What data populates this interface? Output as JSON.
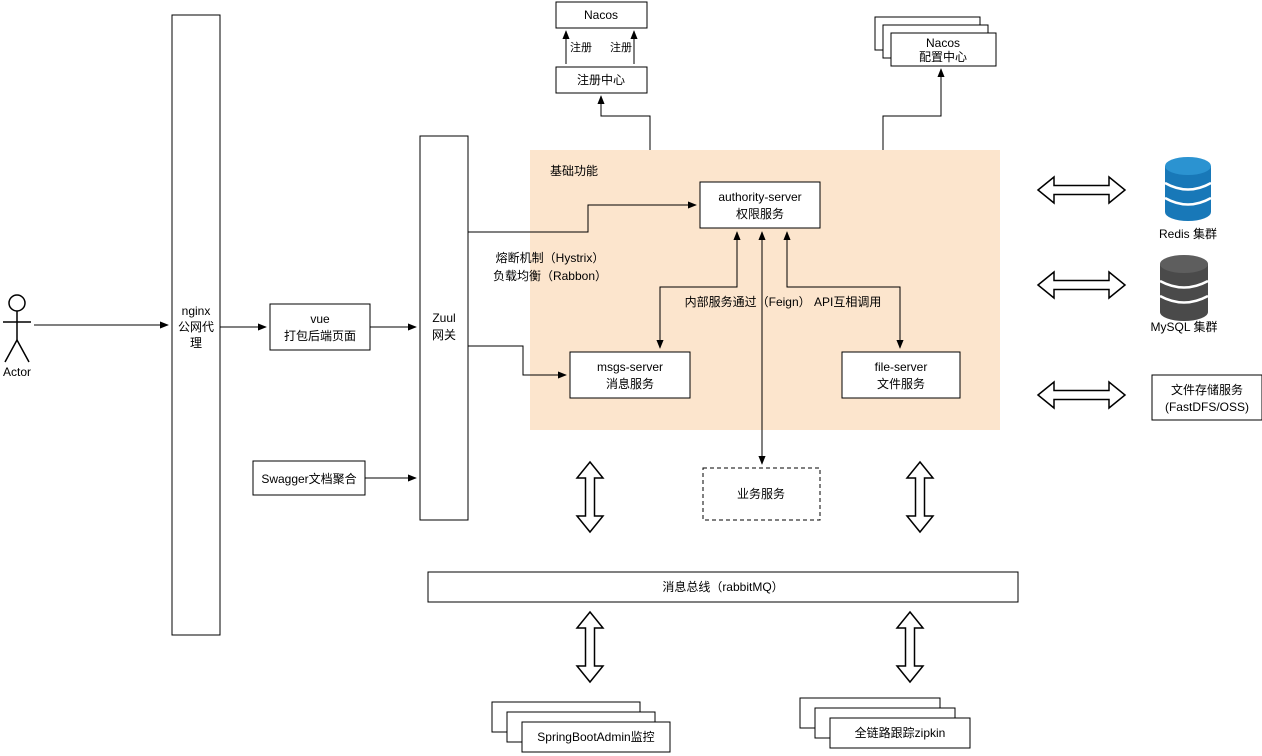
{
  "diagram": {
    "actor": {
      "label": "Actor"
    },
    "nginx": {
      "line1": "nginx",
      "line2": "公网代",
      "line3": "理"
    },
    "vue": {
      "line1": "vue",
      "line2": "打包后端页面"
    },
    "zuul": {
      "line1": "Zuul",
      "line2": "网关"
    },
    "swagger": {
      "label": "Swagger文档聚合"
    },
    "base_region": {
      "label": "基础功能",
      "fill": "#fce5cd"
    },
    "authority": {
      "line1": "authority-server",
      "line2": "权限服务"
    },
    "msgs": {
      "line1": "msgs-server",
      "line2": "消息服务"
    },
    "file": {
      "line1": "file-server",
      "line2": "文件服务"
    },
    "hystrix_note": {
      "line1": "熔断机制（Hystrix）",
      "line2": "负载均衡（Rabbon）"
    },
    "feign_note": {
      "label": "内部服务通过（Feign） API互相调用"
    },
    "nacos_top": {
      "label": "Nacos"
    },
    "registry": {
      "label": "注册中心"
    },
    "register_left": {
      "label": "注册"
    },
    "register_right": {
      "label": "注册"
    },
    "nacos_config": {
      "line1": "Nacos",
      "line2": "配置中心"
    },
    "business": {
      "label": "业务服务"
    },
    "bus": {
      "label": "消息总线（rabbitMQ）"
    },
    "admin": {
      "label": "SpringBootAdmin监控"
    },
    "zipkin": {
      "label": "全链路跟踪zipkin"
    },
    "redis": {
      "label": "Redis 集群",
      "color": "#1878b8",
      "top_color": "#2b93d1"
    },
    "mysql": {
      "label": "MySQL 集群",
      "color": "#4a4a4a",
      "top_color": "#5e5e5e"
    },
    "storage": {
      "line1": "文件存储服务",
      "line2": "(FastDFS/OSS)"
    }
  }
}
